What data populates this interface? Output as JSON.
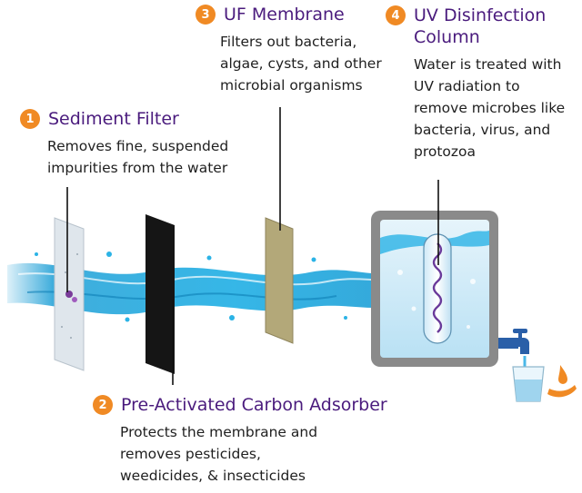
{
  "steps": [
    {
      "number": "1",
      "title": [
        "Sediment Filter"
      ],
      "description": [
        "Removes fine, suspended",
        "impurities from the water"
      ]
    },
    {
      "number": "2",
      "title": [
        "Pre-Activated Carbon Adsorber"
      ],
      "description": [
        "Protects the membrane and",
        "removes pesticides,",
        "weedicides, & insecticides"
      ]
    },
    {
      "number": "3",
      "title": [
        "UF Membrane"
      ],
      "description": [
        "Filters out bacteria,",
        "algae, cysts, and other",
        "microbial organisms"
      ]
    },
    {
      "number": "4",
      "title": [
        "UV Disinfection",
        "Column"
      ],
      "description": [
        "Water is treated with",
        "UV radiation to",
        "remove microbes like",
        "bacteria, virus, and",
        "protozoa"
      ]
    }
  ],
  "colors": {
    "badge": "#f08a24",
    "title": "#4a1b7d",
    "water": "#1e9fd6",
    "sediment_filter": "#dfe6ec",
    "carbon_filter": "#151515",
    "uf_membrane": "#b3a879",
    "uv_chamber_frame": "#8a8a8a"
  },
  "icons": [
    "faucet-icon",
    "water-glass-icon",
    "hand-drop-icon",
    "uv-lamp-icon"
  ]
}
